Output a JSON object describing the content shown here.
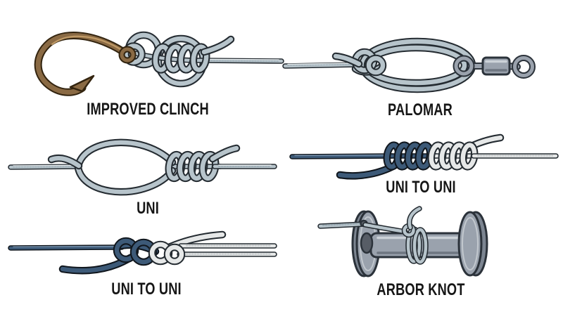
{
  "diagram": "fishing-knots",
  "colors": {
    "background": "#ffffff",
    "rope_light": "#b7c4cb",
    "rope_navy": "#3d5a78",
    "rope_white": "#e6e8e8",
    "hook_brown": "#8a6a44",
    "metal": "#9aa2ad",
    "outline_dark": "#242b31",
    "label_text": "#161616"
  },
  "panels": [
    {
      "id": "improved-clinch",
      "label": "IMPROVED CLINCH"
    },
    {
      "id": "palomar",
      "label": "PALOMAR"
    },
    {
      "id": "uni",
      "label": "UNI"
    },
    {
      "id": "uni-to-uni-tight",
      "label": "UNI TO UNI"
    },
    {
      "id": "uni-to-uni-loose",
      "label": "UNI TO UNI"
    },
    {
      "id": "arbor-knot",
      "label": "ARBOR KNOT"
    }
  ]
}
